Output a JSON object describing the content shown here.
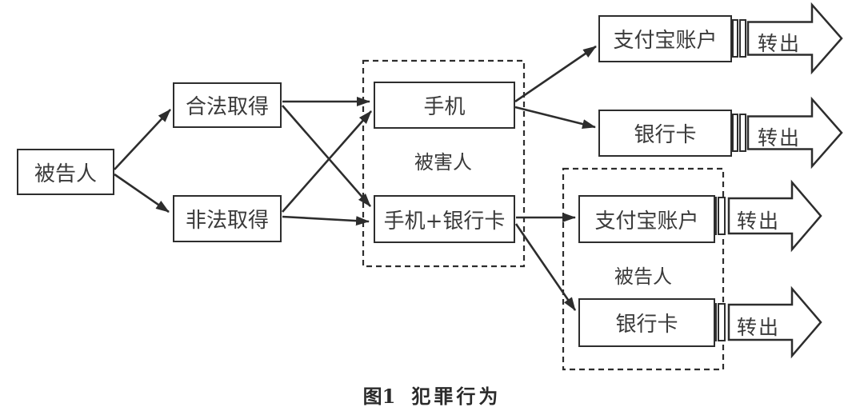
{
  "diagram": {
    "caption": {
      "prefix": "图1",
      "title": "犯罪行为"
    },
    "nodes": {
      "defendant": {
        "label": "被告人"
      },
      "legal_obtain": {
        "label": "合法取得"
      },
      "illegal_obtain": {
        "label": "非法取得"
      },
      "phone": {
        "label": "手机"
      },
      "phone_bank_card": {
        "label": "手机+银行卡"
      },
      "victim_group": {
        "label": "被害人"
      },
      "alipay_account_victim": {
        "label": "支付宝账户"
      },
      "bank_card_victim": {
        "label": "银行卡"
      },
      "defendant_group": {
        "label": "被告人"
      },
      "alipay_account_defendant": {
        "label": "支付宝账户"
      },
      "bank_card_defendant": {
        "label": "银行卡"
      }
    },
    "transfer_label": "转出",
    "colors": {
      "line": "#2d2d2d",
      "text": "#3a3a3a",
      "background": "#ffffff"
    }
  }
}
